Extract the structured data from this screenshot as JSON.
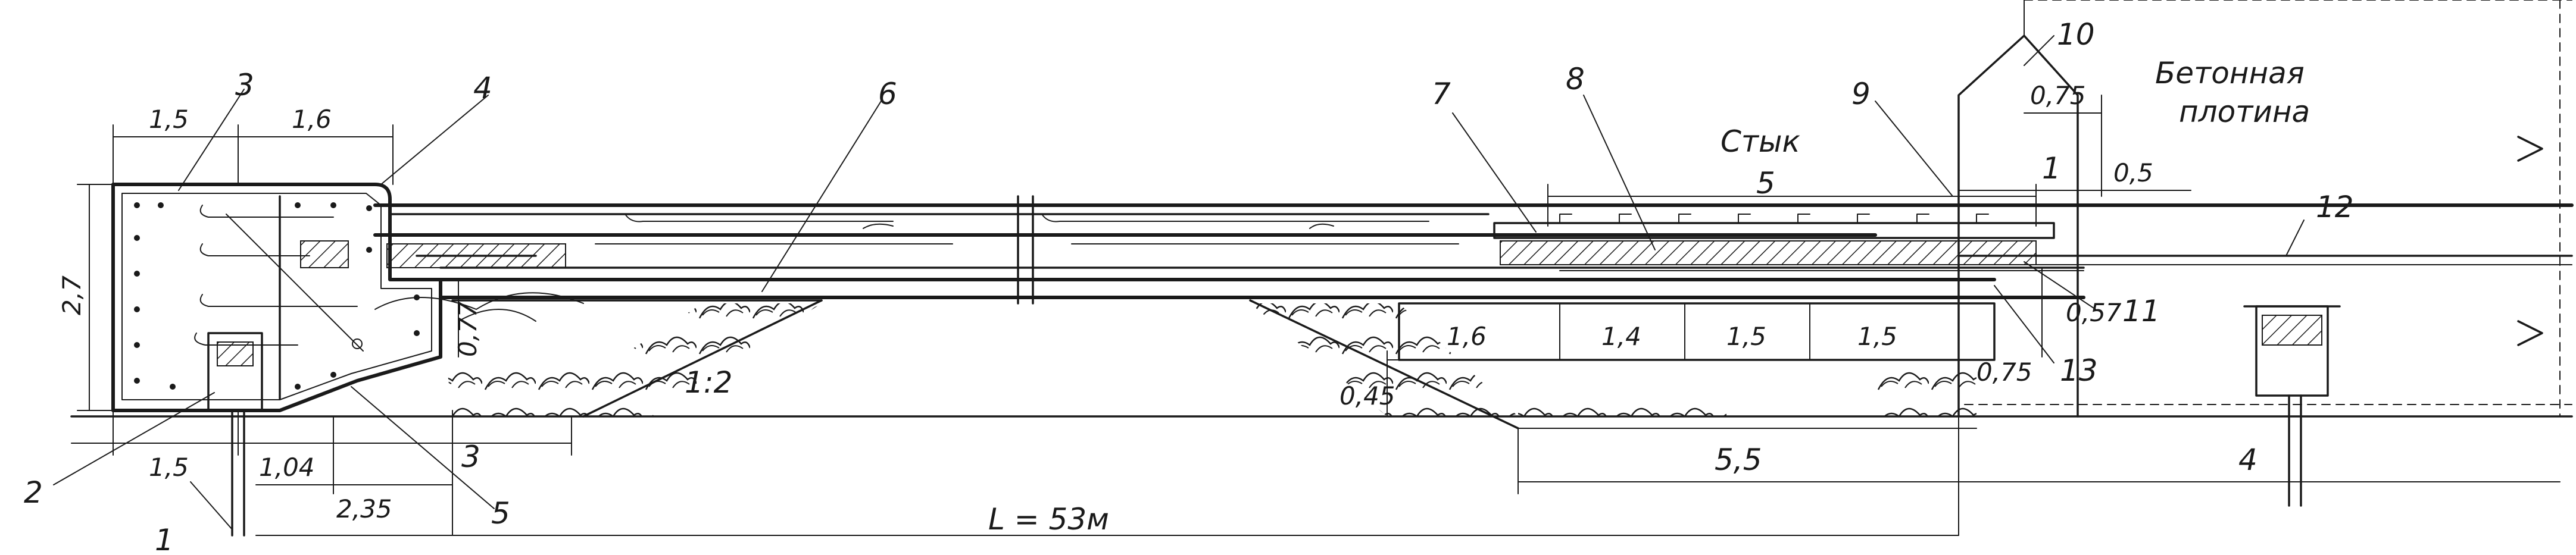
{
  "callouts": [
    "1",
    "2",
    "3",
    "4",
    "5",
    "6",
    "7",
    "8",
    "9",
    "10",
    "11",
    "12",
    "13"
  ],
  "dimensions": {
    "top_left_1": "1,5",
    "top_left_2": "1,6",
    "height_left": "2,7",
    "vertical_077": "0,77",
    "bottom_15": "1,5",
    "bottom_104": "1,04",
    "bottom_3": "3",
    "bottom_235": "2,35",
    "slope": "1:2",
    "slope_045": "0,45",
    "joint_5": "5",
    "seg_16": "1,6",
    "seg_14": "1,4",
    "seg_15a": "1,5",
    "seg_15b": "1,5",
    "right_1": "1",
    "right_05": "0,5",
    "right_075_top": "0,75",
    "right_057": "0,57",
    "right_075_bot": "0,75",
    "bottom_55": "5,5",
    "bottom_4": "4",
    "length": "L = 53м"
  },
  "labels": {
    "joint": "Стык",
    "dam_line1": "Бетонная",
    "dam_line2": "плотина"
  }
}
